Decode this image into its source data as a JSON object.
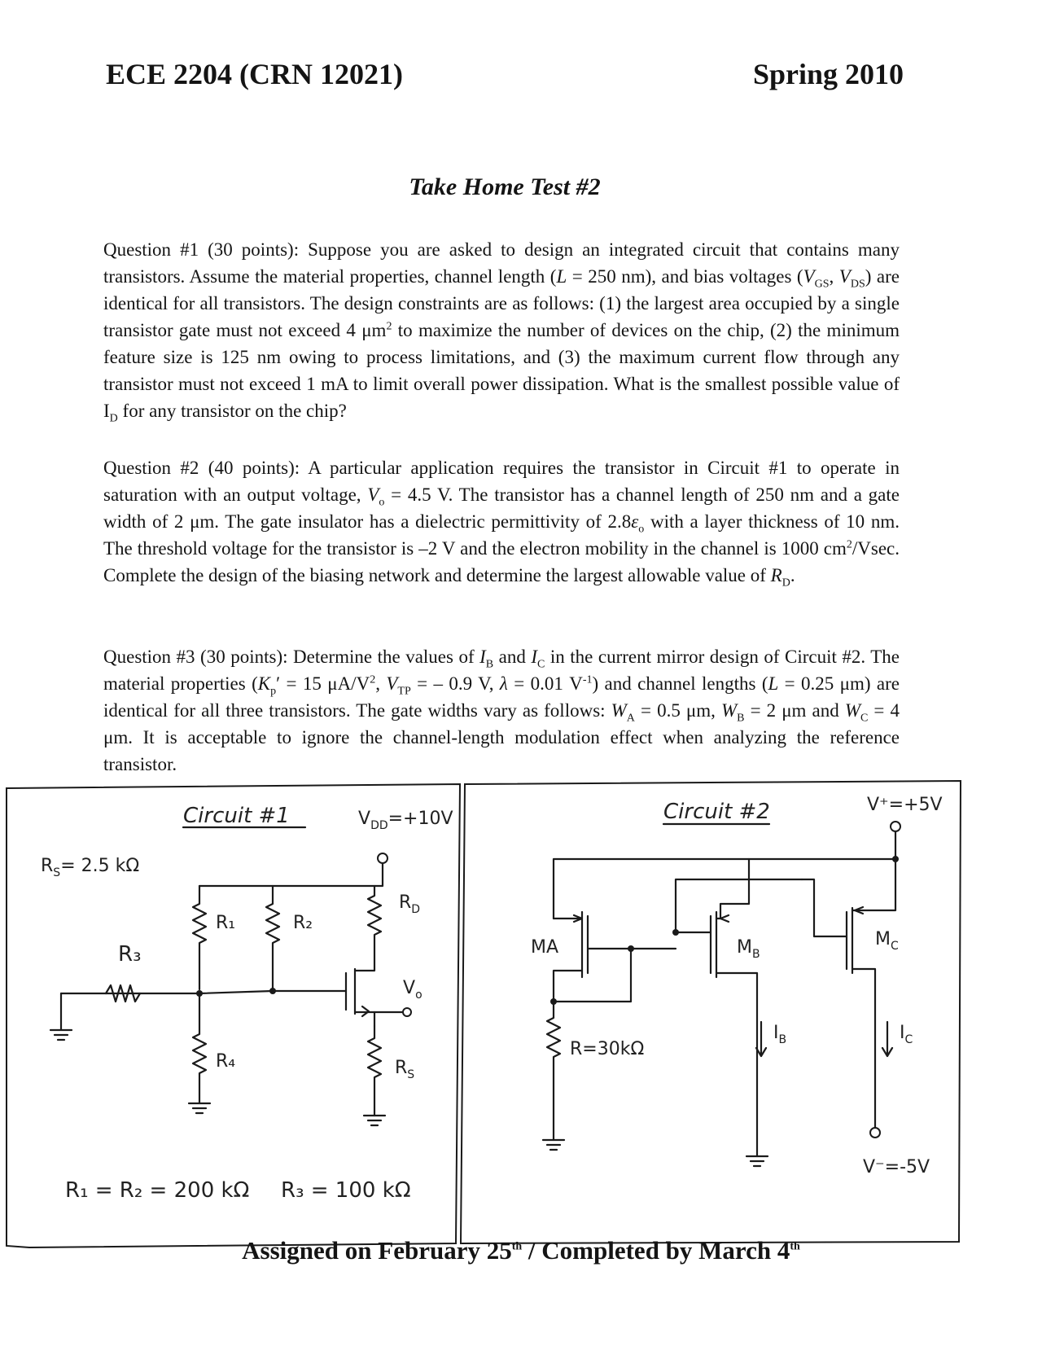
{
  "header": {
    "course": "ECE 2204 (CRN 12021)",
    "term": "Spring 2010"
  },
  "title": "Take Home Test #2",
  "questions": [
    {
      "label": "Question #1 (30 points):",
      "segments": [
        " Suppose you are asked to design an integrated circuit that contains many transistors. Assume the material properties, channel length (",
        "L",
        " = 250 nm), and bias voltages (",
        "V",
        "GS",
        ", ",
        "V",
        "DS",
        ") are identical for all transistors. The design constraints are as follows: (1) the largest area occupied by a single transistor gate must not exceed 4 μm",
        "2",
        " to maximize the number of devices on the chip, (2) the minimum feature size is 125 nm owing to process limitations, and (3) the maximum current flow through any transistor must not exceed 1 mA to limit overall power dissipation. What is the smallest possible value of I",
        "D",
        " for any transistor on the chip?"
      ]
    },
    {
      "label": "Question #2 (40 points):",
      "segments": [
        " A particular application requires the transistor in Circuit #1 to operate in saturation with an output voltage, ",
        "V",
        "o",
        " = 4.5 V. The transistor has a channel length of 250 nm and a gate width of 2 μm. The gate insulator has a dielectric permittivity of 2.8",
        "ε",
        "o",
        " with a layer thickness of 10 nm. The threshold voltage for the transistor is –2 V and the electron mobility in the channel is 1000 cm",
        "2",
        "/Vsec. Complete the design of the biasing network and determine the largest allowable value of ",
        "R",
        "D",
        "."
      ]
    },
    {
      "label": "Question #3 (30 points):",
      "segments": [
        " Determine the values of ",
        "I",
        "B",
        " and ",
        "I",
        "C",
        " in the current mirror design of Circuit #2. The material properties (",
        "K",
        "p",
        "′ = 15 μA/V",
        "2",
        ", ",
        "V",
        "TP",
        " = – 0.9 V, ",
        "λ",
        " = 0.01 V",
        "-1",
        ") and channel lengths (",
        "L",
        " = 0.25 μm) are identical for all three transistors. The gate widths vary as follows: ",
        "W",
        "A",
        " = 0.5 μm, ",
        "W",
        "B",
        " = 2 μm and ",
        "W",
        "C",
        " = 4 μm. It is acceptable to ignore the channel-length modulation effect when analyzing the reference transistor."
      ]
    }
  ],
  "circuit1": {
    "title": "Circuit #1",
    "vdd": "V",
    "vdd_sub": "DD",
    "vdd_val": "=+10V",
    "rs_value": "R",
    "rs_value_sub": "S",
    "rs_value_val": "= 2.5 kΩ",
    "r1": "R₁",
    "r2": "R₂",
    "r3": "R₃",
    "r4": "R₄",
    "rd": "R",
    "rd_sub": "D",
    "vo": "V",
    "vo_sub": "o",
    "rs": "R",
    "rs_sub": "S",
    "note_a": "R₁ = R₂ = 200 kΩ",
    "note_b": "R₃ = 100 kΩ"
  },
  "circuit2": {
    "title": "Circuit #2",
    "vplus": "V⁺=+5V",
    "ma": "MA",
    "mb": "M",
    "mb_sub": "B",
    "mc": "M",
    "mc_sub": "C",
    "r": "R=30kΩ",
    "ib": "I",
    "ib_sub": "B",
    "ic": "I",
    "ic_sub": "C",
    "vminus": "V⁻=-5V"
  },
  "footer": {
    "pre": "Assigned on February 25",
    "sup1": "th",
    "mid": " / Completed by March 4",
    "sup2": "th"
  }
}
